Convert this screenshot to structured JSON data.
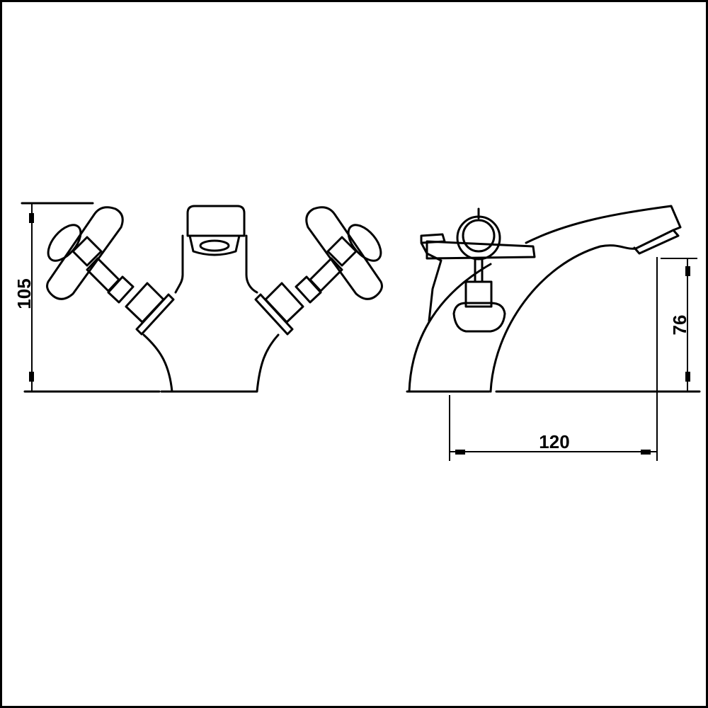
{
  "drawing": {
    "front_view": {
      "height_label": "105"
    },
    "side_view": {
      "spout_height_label": "76",
      "projection_label": "120"
    }
  },
  "colors": {
    "line": "#000000",
    "background": "#ffffff"
  }
}
